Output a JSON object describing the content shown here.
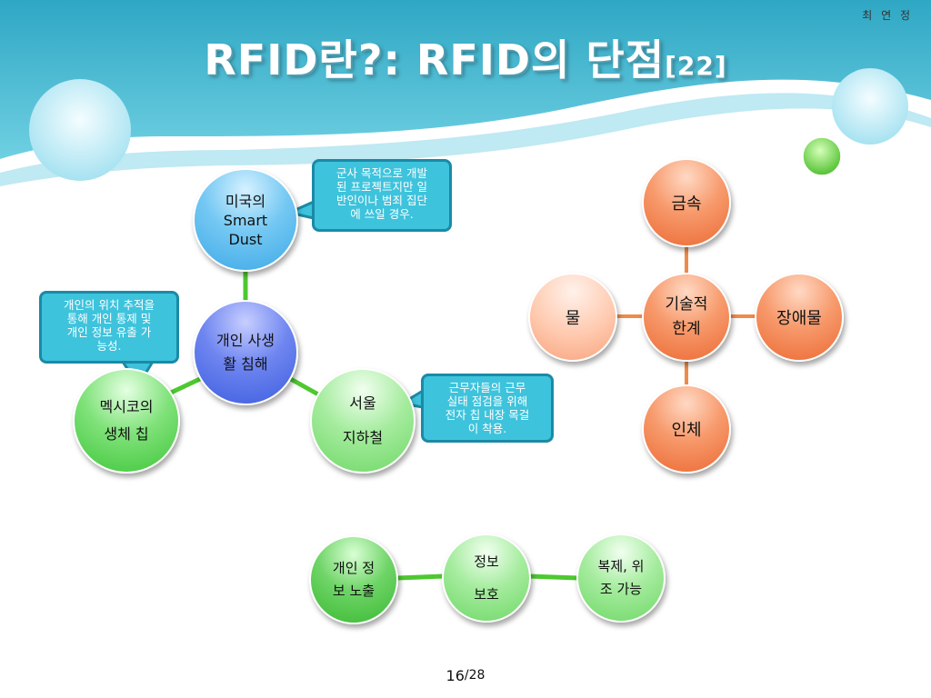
{
  "header": {
    "author": "최 연 정",
    "title_main": "RFID란?: RFID의 단점",
    "title_ref": "[22]"
  },
  "privacy_cluster": {
    "center": {
      "line1": "개인 사생",
      "line2": "활 침해"
    },
    "smart_dust": {
      "line1": "미국의",
      "line2": "Smart",
      "line3": "Dust"
    },
    "mexico_chip": {
      "line1": "멕시코의",
      "line2": "생체 칩"
    },
    "seoul_subway": {
      "line1": "서울",
      "line2": "지하철"
    },
    "callout_smart_dust": {
      "line1": "군사 목적으로 개발",
      "line2": "된 프로젝트지만 일",
      "line3": "반인이나 범죄 집단",
      "line4": "에 쓰일 경우."
    },
    "callout_mexico": {
      "line1": "개인의 위치 추적을",
      "line2": "통해 개인 통제 및",
      "line3": "개인 정보 유출 가",
      "line4": "능성."
    },
    "callout_subway": {
      "line1": "근무자들의 근무",
      "line2": "실태 점검을 위해",
      "line3": "전자 칩 내장 목걸",
      "line4": "이 착용."
    }
  },
  "tech_cluster": {
    "center": {
      "line1": "기술적",
      "line2": "한계"
    },
    "metal": "금속",
    "water": "물",
    "obstacle": "장애물",
    "body": "인체"
  },
  "security_cluster": {
    "center": {
      "line1": "정보",
      "line2": "보호"
    },
    "leak": {
      "line1": "개인 정",
      "line2": "보 노출"
    },
    "forgery": {
      "line1": "복제, 위",
      "line2": "조 가능"
    }
  },
  "footer": {
    "page_current": "16",
    "page_sep_total": "/28"
  },
  "colors": {
    "header_teal": "#3fb6cf",
    "connector_green": "#4ec830",
    "connector_orange": "#f08a4a",
    "callout_fill": "#3ec3dc"
  }
}
